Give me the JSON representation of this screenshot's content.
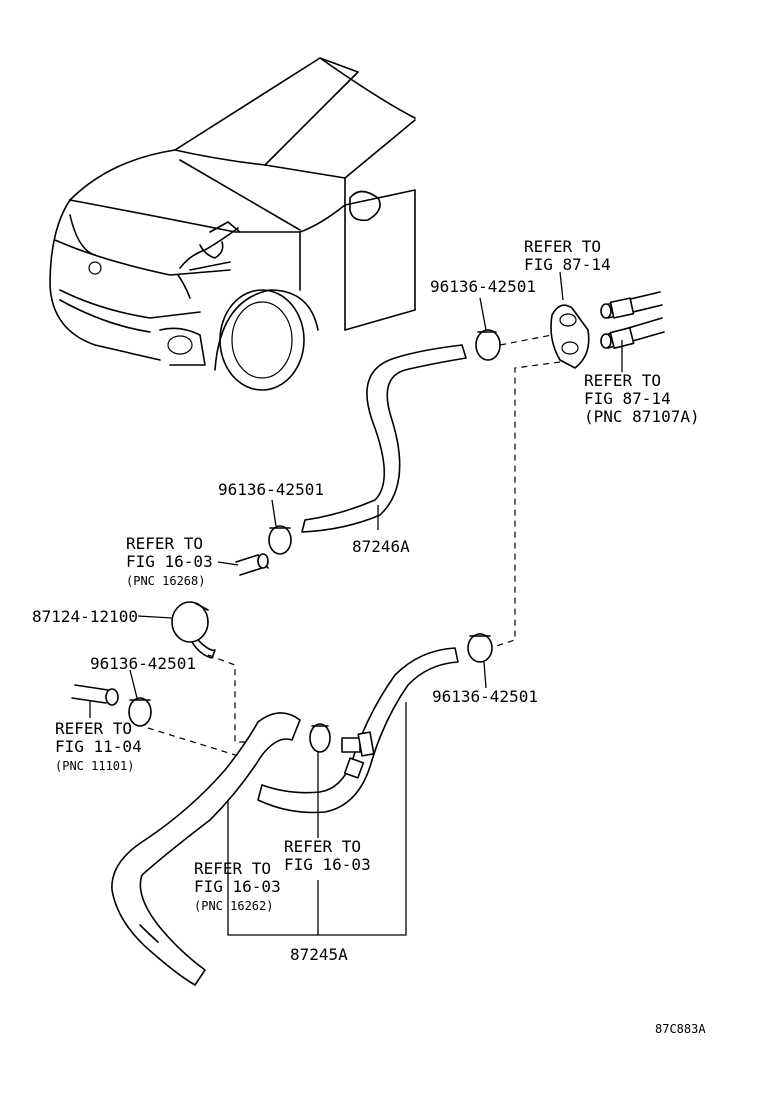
{
  "labels": {
    "refer_fig_8714_top": "REFER TO\nFIG 87-14",
    "clamp_top": "96136-42501",
    "refer_fig_8714_pnc": "REFER TO\nFIG 87-14\n(PNC 87107A)",
    "clamp_mid": "96136-42501",
    "refer_fig_1603_pnc16268_main": "REFER TO\nFIG 16-03",
    "refer_fig_1603_pnc16268_sub": "(PNC 16268)",
    "hose_87246a": "87246A",
    "clamp_87124": "87124-12100",
    "clamp_left": "96136-42501",
    "refer_fig_1104_main": "REFER TO\nFIG 11-04",
    "refer_fig_1104_sub": "(PNC 11101)",
    "clamp_right_lower": "96136-42501",
    "refer_fig_1603_center": "REFER TO\nFIG 16-03",
    "refer_fig_1603_pnc16262_main": "REFER TO\nFIG 16-03",
    "refer_fig_1603_pnc16262_sub": "(PNC 16262)",
    "hose_87245a": "87245A",
    "figure_id": "87C883A"
  }
}
